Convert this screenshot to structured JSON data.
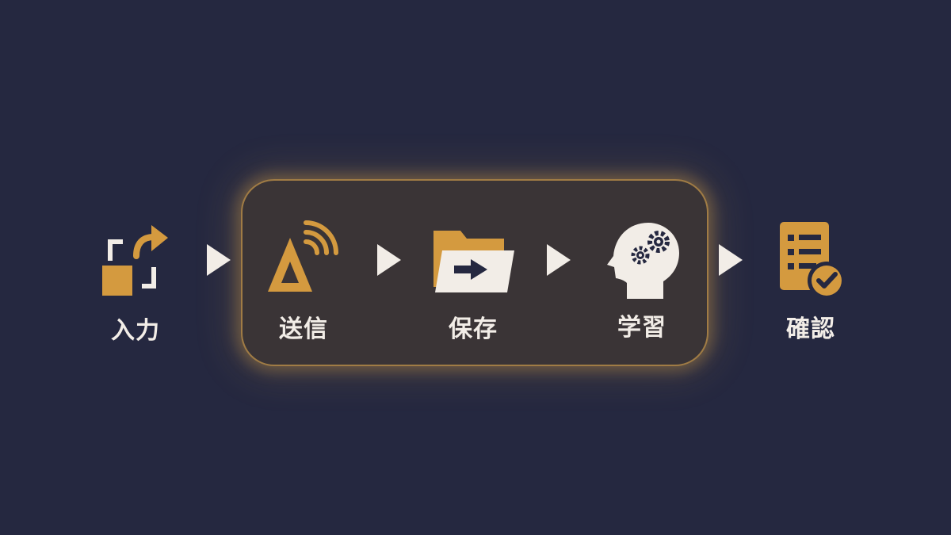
{
  "colors": {
    "background": "#252840",
    "accent": "#d49a3f",
    "text": "#f2ede7",
    "panel": "#3a3436",
    "panel_glow": "#d6a048"
  },
  "flow": {
    "steps": [
      {
        "label": "入力",
        "icon": "input-icon",
        "highlighted": false
      },
      {
        "label": "送信",
        "icon": "send-icon",
        "highlighted": true
      },
      {
        "label": "保存",
        "icon": "save-folder-icon",
        "highlighted": true
      },
      {
        "label": "学習",
        "icon": "learning-head-icon",
        "highlighted": true
      },
      {
        "label": "確認",
        "icon": "check-document-icon",
        "highlighted": false
      }
    ],
    "arrow_icon": "play-arrow-icon"
  }
}
